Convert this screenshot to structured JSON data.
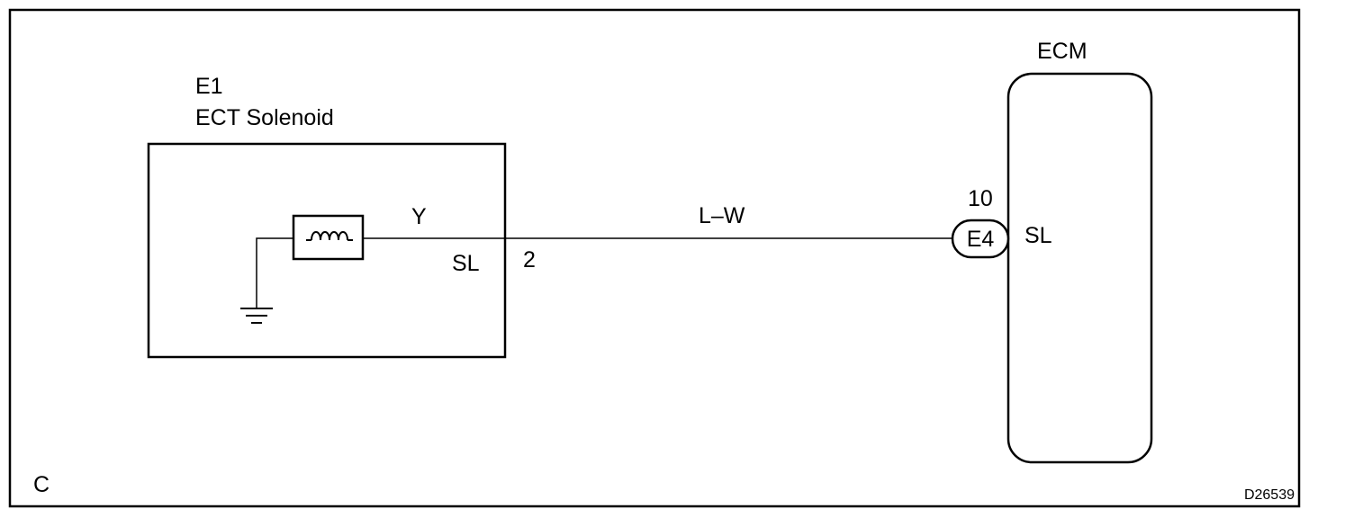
{
  "colors": {
    "line": "#000000",
    "background": "#ffffff"
  },
  "solenoid": {
    "connector_code": "E1",
    "name": "ECT Solenoid",
    "terminal_name": "SL",
    "pin_number": "2",
    "wire_color_inside": "Y",
    "coil_icon": "coil-icon",
    "ground_icon": "ground-icon"
  },
  "wire": {
    "color_code": "L–W"
  },
  "ecm": {
    "name": "ECM",
    "connector_code": "E4",
    "pin_number": "10",
    "terminal_name": "SL"
  },
  "footer": {
    "section_letter": "C",
    "figure_id": "D26539"
  }
}
